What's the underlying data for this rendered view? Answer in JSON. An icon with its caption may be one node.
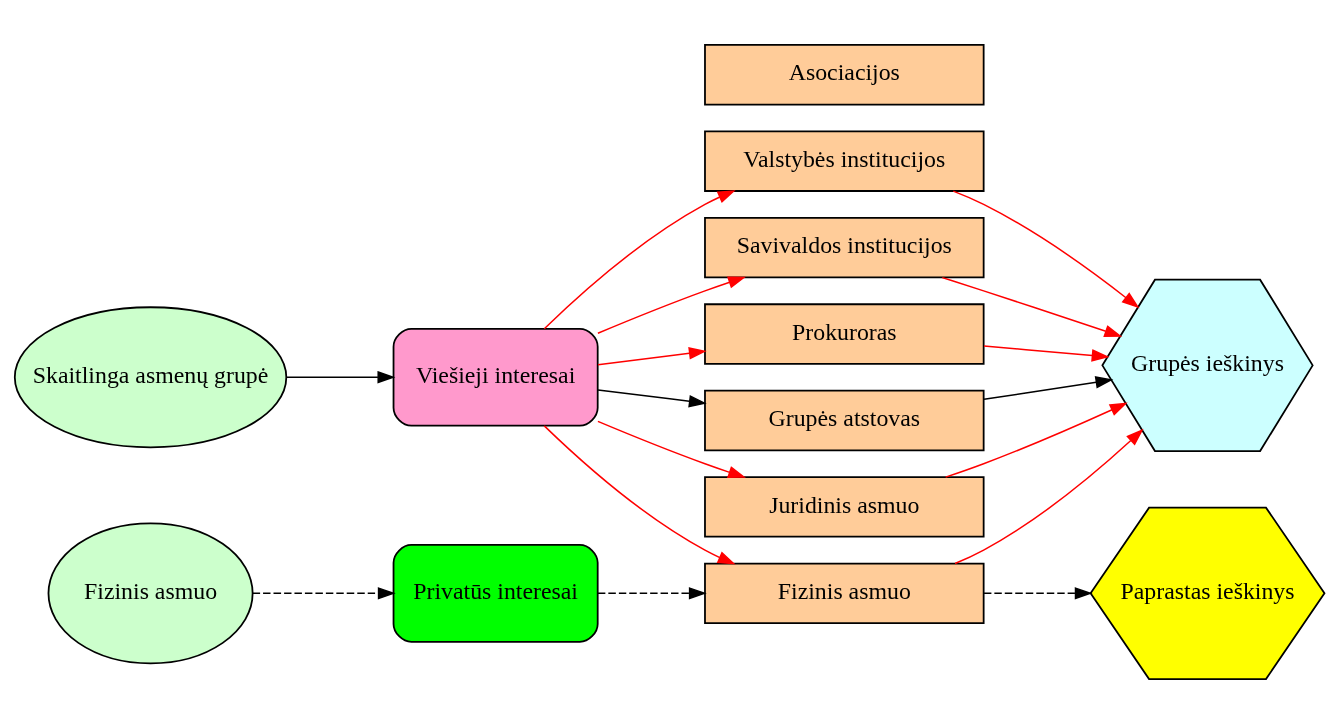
{
  "diagram": {
    "nodes": [
      {
        "text": [
          "Skaitlinga asmenų grupė"
        ]
      },
      {
        "text": [
          "Fizinis asmuo"
        ]
      },
      {
        "text": [
          "Viešieji interesai"
        ]
      },
      {
        "text": [
          "Privatūs interesai"
        ]
      },
      {
        "text": [
          "Valstybės institucijos"
        ]
      },
      {
        "text": [
          "Savivaldos institucijos"
        ]
      },
      {
        "text": [
          "Prokuroras"
        ]
      },
      {
        "text": [
          "Asociacijos"
        ]
      },
      {
        "text": [
          "Grupės atstovas"
        ]
      },
      {
        "text": [
          "Juridinis asmuo"
        ]
      },
      {
        "text": [
          "Fizinis asmuo"
        ]
      },
      {
        "text": [
          "Grupės ieškinys"
        ]
      },
      {
        "text": [
          "Paprastas ieškinys"
        ]
      }
    ],
    "edges": [
      {
        "from": 0,
        "to": 2,
        "arrow": "to",
        "color": "#000000"
      },
      {
        "from": 2,
        "to": 4,
        "arrow": "to"
      },
      {
        "from": 2,
        "to": 5,
        "arrow": "to"
      },
      {
        "from": 2,
        "to": 6,
        "arrow": "to"
      },
      {
        "from": 2,
        "to": 8,
        "arrow": "to",
        "color": "#000000"
      },
      {
        "from": 2,
        "to": 9,
        "arrow": "to"
      },
      {
        "from": 2,
        "to": 10,
        "arrow": "to"
      },
      {
        "from": 1,
        "to": 3,
        "arrow": "to",
        "style": "dashed",
        "color": "#000000"
      },
      {
        "from": 3,
        "to": 10,
        "arrow": "to",
        "style": "dashed",
        "color": "#000000"
      },
      {
        "from": 4,
        "to": 11,
        "arrow": "to"
      },
      {
        "from": 5,
        "to": 11,
        "arrow": "to"
      },
      {
        "from": 6,
        "to": 11,
        "arrow": "to"
      },
      {
        "from": 8,
        "to": 11,
        "arrow": "to",
        "color": "#000000"
      },
      {
        "from": 9,
        "to": 11,
        "arrow": "to"
      },
      {
        "from": 10,
        "to": 11,
        "arrow": "to"
      },
      {
        "from": 10,
        "to": 12,
        "arrow": "to",
        "style": "dashed",
        "color": "#000000"
      }
    ]
  }
}
